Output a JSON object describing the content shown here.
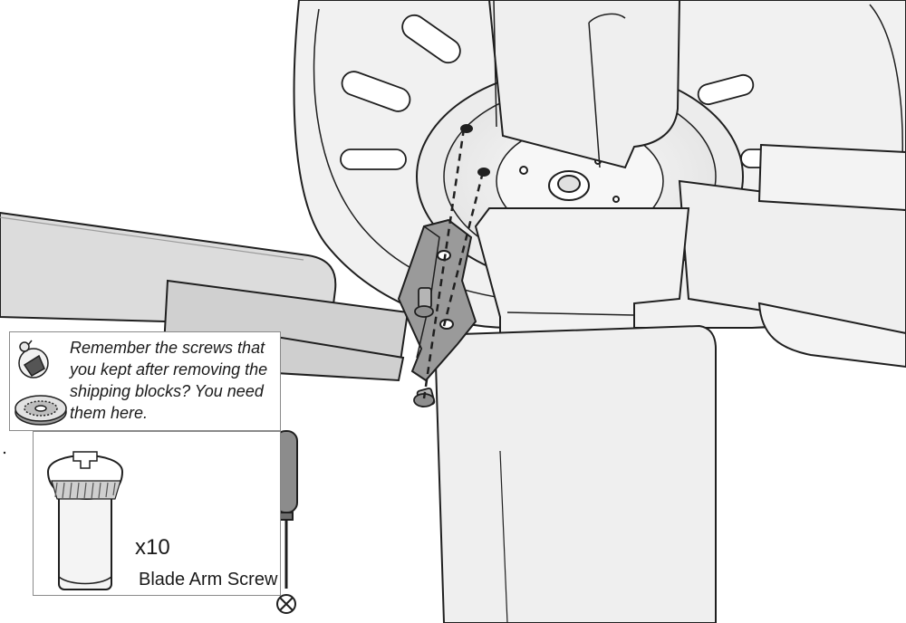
{
  "callout": {
    "text_lines": [
      "Remember the screws that",
      "you kept after removing the",
      "shipping blocks? You need",
      "them here."
    ]
  },
  "parts": {
    "quantity": "x10",
    "name": "Blade Arm Screw"
  },
  "colors": {
    "outline": "#1f1f1f",
    "blade_fill": "#efefef",
    "blade_shade": "#d9d9d9",
    "bracket_fill": "#9a9a9a",
    "screwdriver_handle": "#8c8c8c"
  },
  "icons": [
    "screwdriver-icon",
    "phillips-tip-icon",
    "shipping-block-icon"
  ]
}
